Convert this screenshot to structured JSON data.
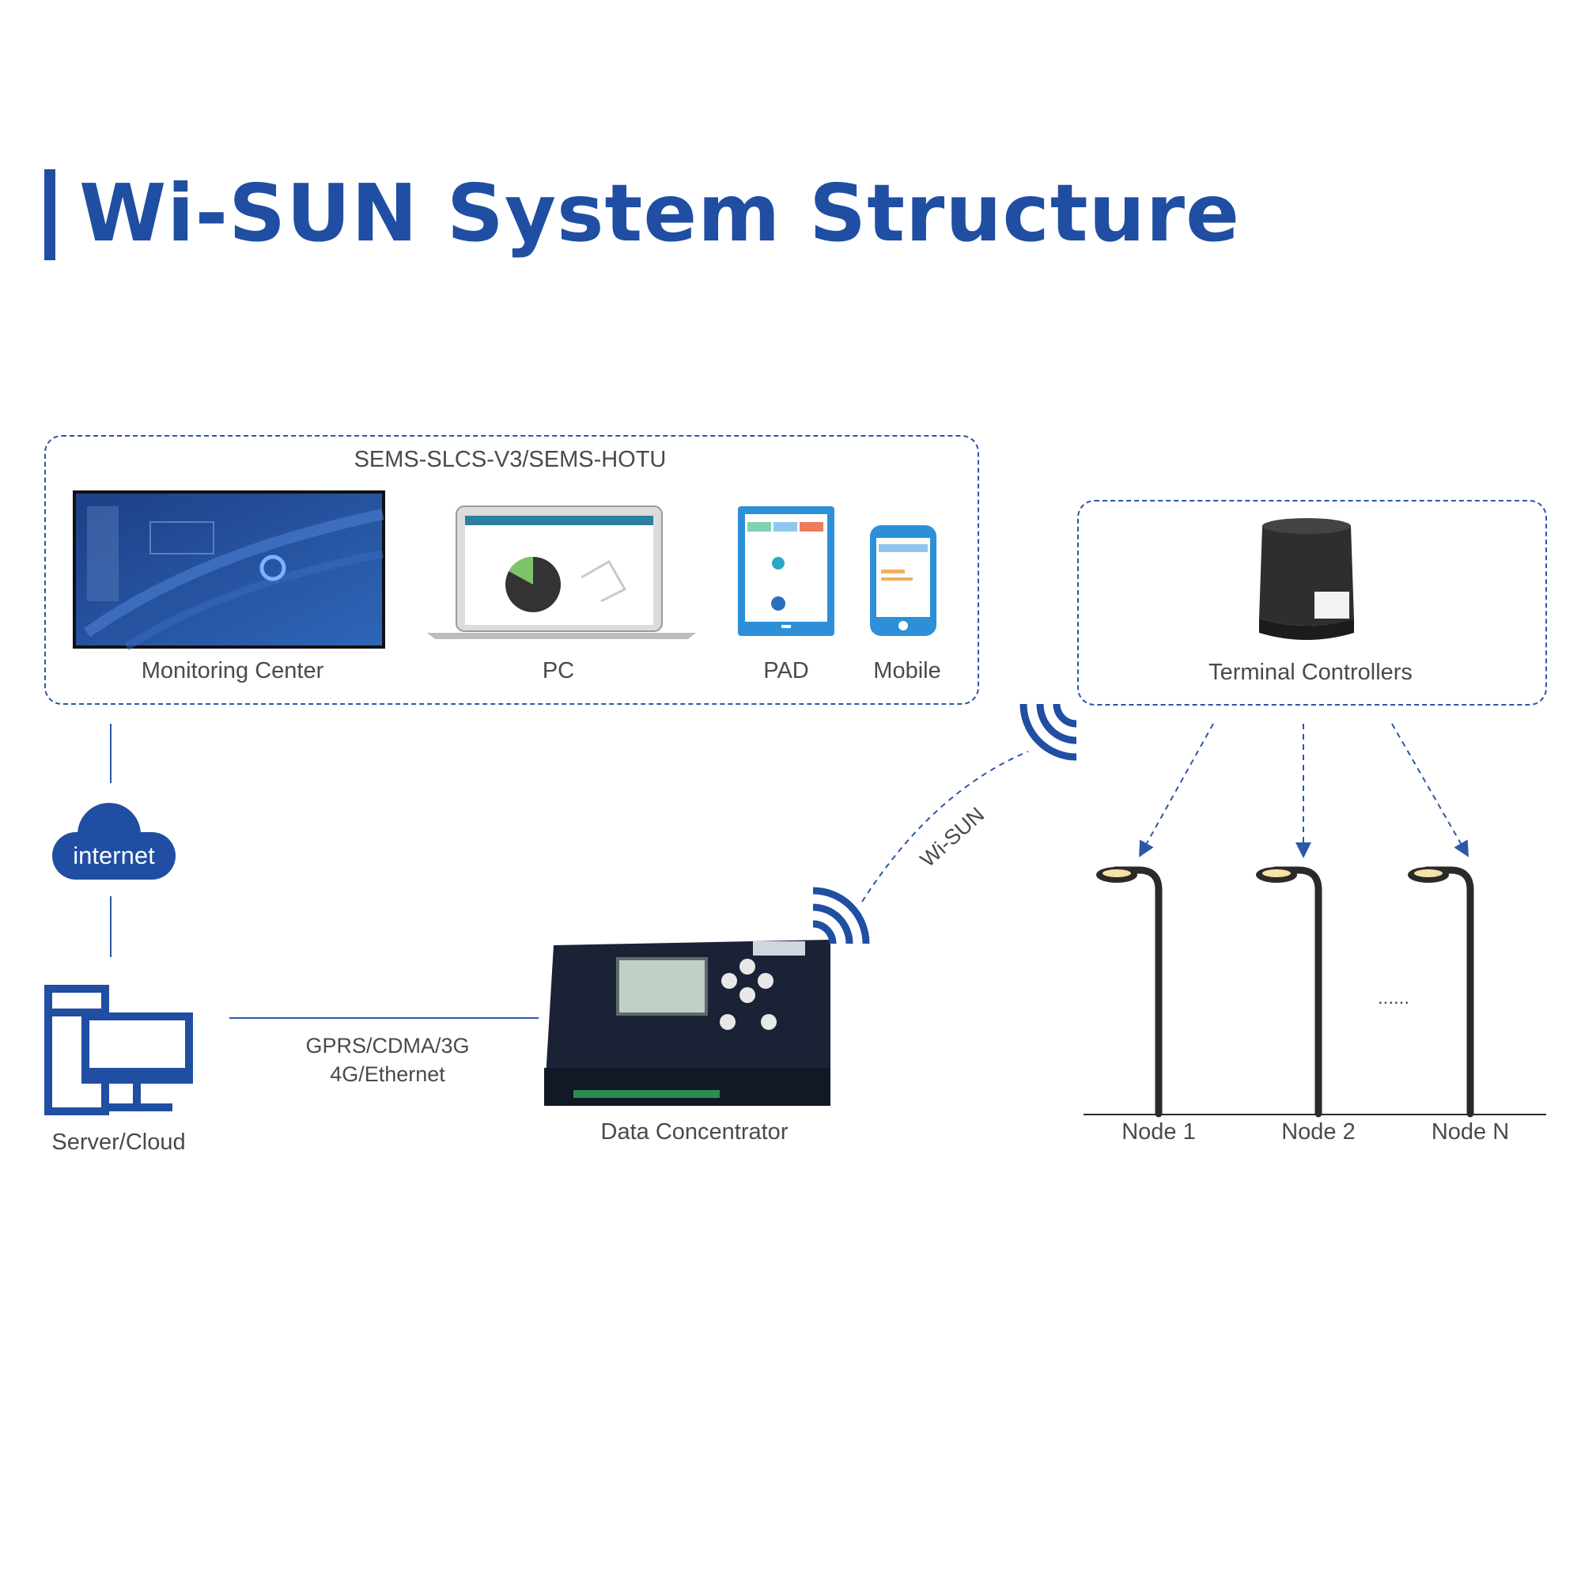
{
  "title": "Wi-SUN System Structure",
  "colors": {
    "brand": "#1f4ea3",
    "dark": "#2a2a2a",
    "text": "#4a4a4a"
  },
  "software_group": {
    "label": "SEMS-SLCS-V3/SEMS-HOTU",
    "items": [
      "Monitoring Center",
      "PC",
      "PAD",
      "Mobile"
    ]
  },
  "terminal_group": {
    "label": "Terminal Controllers"
  },
  "internet": {
    "label": "internet"
  },
  "server": {
    "label": "Server/Cloud"
  },
  "link": {
    "line1": "GPRS/CDMA/3G",
    "line2": "4G/Ethernet"
  },
  "concentrator": {
    "label": "Data Concentrator"
  },
  "wireless": {
    "label": "Wi-SUN"
  },
  "nodes": {
    "items": [
      "Node 1",
      "Node 2",
      "Node N"
    ],
    "ellipsis": "......"
  }
}
